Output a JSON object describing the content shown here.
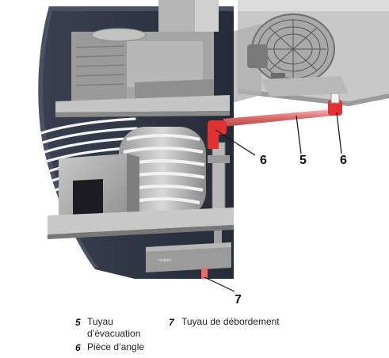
{
  "callouts": {
    "c6a": "6",
    "c5": "5",
    "c6b": "6",
    "c7": "7"
  },
  "legend": {
    "items": [
      {
        "number": "5",
        "text_line1": "Tuyau",
        "text_line2": "d’évacuation"
      },
      {
        "number": "6",
        "text_line1": "Pièce d’angle"
      },
      {
        "number": "7",
        "text_line1": "Tuyau de débordement"
      }
    ]
  },
  "device_brand": "Vaillant"
}
